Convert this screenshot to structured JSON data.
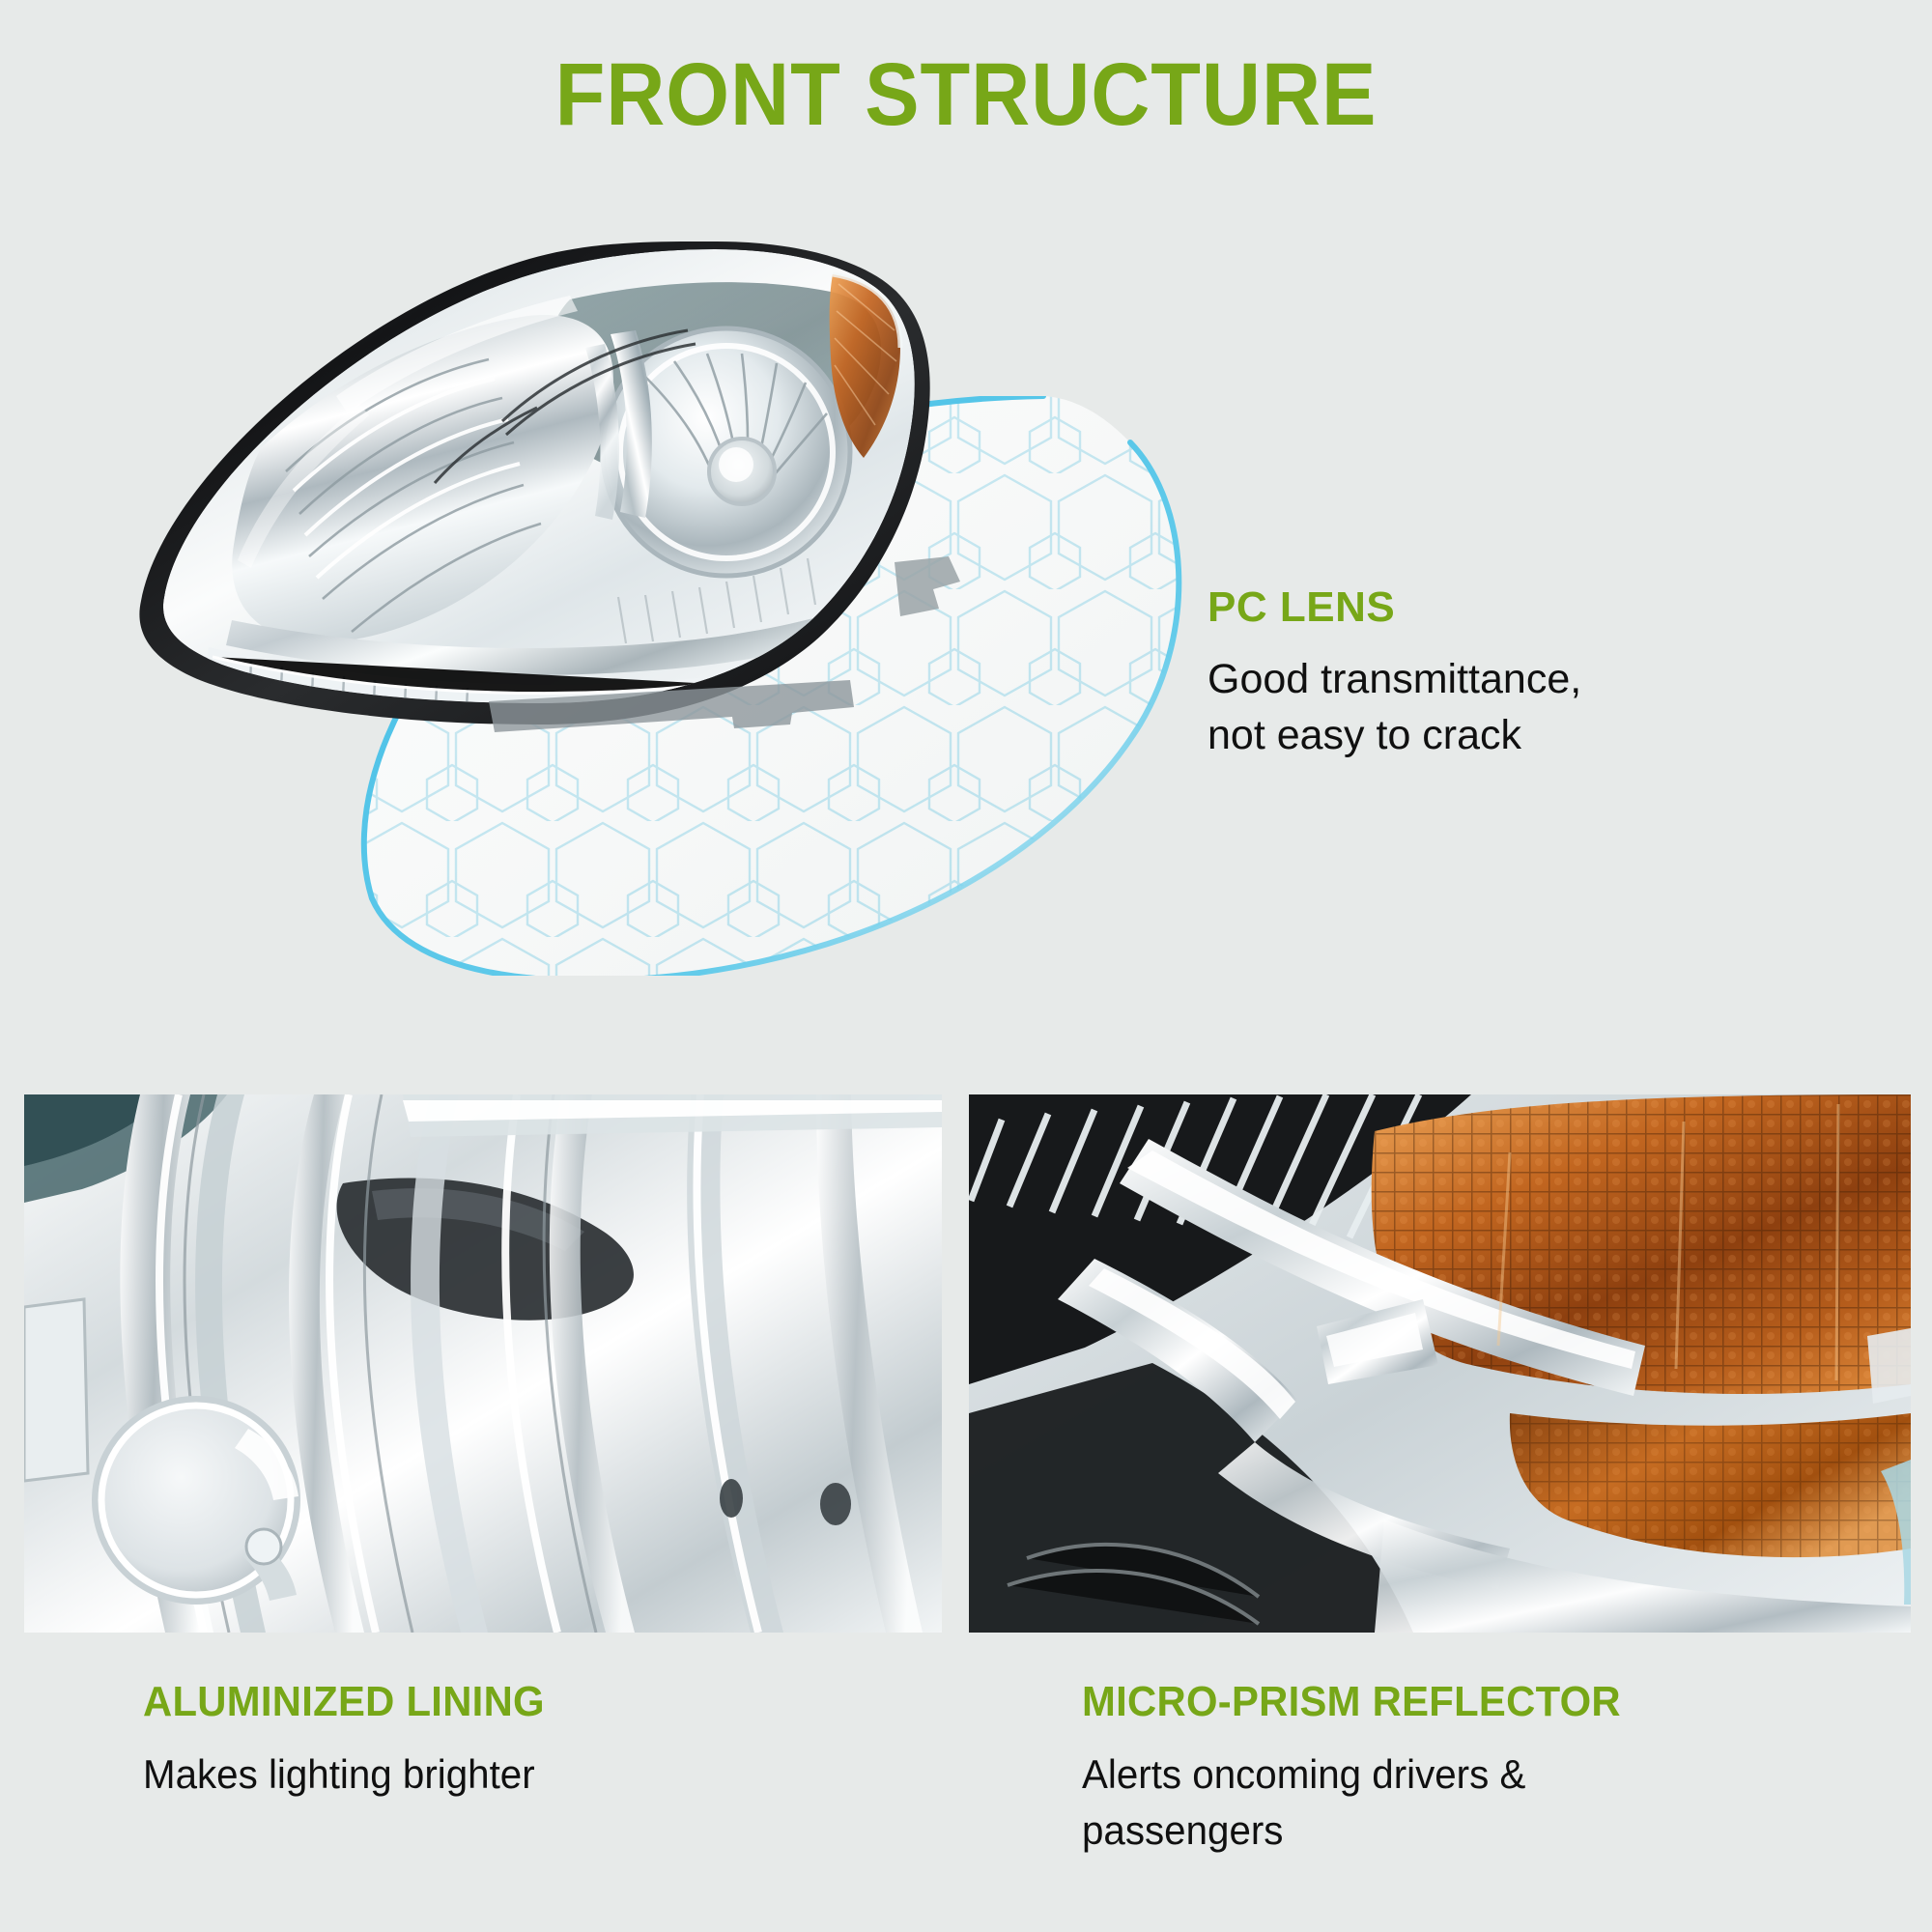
{
  "page": {
    "title": "FRONT STRUCTURE",
    "background_color": "#e7eae9",
    "accent_color": "#77a718",
    "body_text_color": "#101010",
    "overlay_outline_color": "#5ec8e8"
  },
  "hero": {
    "product_image_name": "chrome-housing-headlight-assembly",
    "overlay_name": "pc-lens-honeycomb-overlay",
    "feature": {
      "title": "PC LENS",
      "description_line_1": "Good transmittance,",
      "description_line_2": "not easy to crack"
    }
  },
  "panels": [
    {
      "image_name": "aluminized-lining-closeup",
      "title": "ALUMINIZED LINING",
      "description_line_1": "Makes lighting brighter",
      "description_line_2": ""
    },
    {
      "image_name": "micro-prism-reflector-closeup",
      "title": "MICRO-PRISM REFLECTOR",
      "description_line_1": "Alerts oncoming drivers &",
      "description_line_2": "passengers"
    }
  ]
}
